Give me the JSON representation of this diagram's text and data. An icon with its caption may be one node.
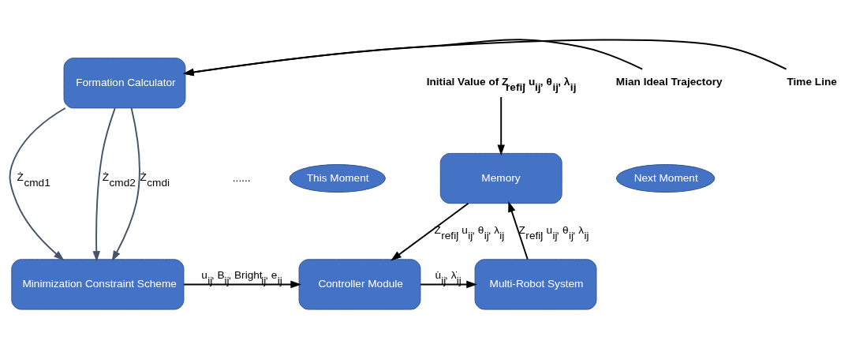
{
  "diagram": {
    "nodes": [
      {
        "text": [
          "Formation Calculator"
        ]
      },
      {
        "text": [
          "Mian Ideal Trajectory"
        ]
      },
      {
        "text": [
          "Time Line"
        ]
      },
      {
        "text": [
          "Initial Value of Z$_{refij}$, u$_{ij}$, θ$_{ij}$, λ$_{ij}$"
        ]
      },
      {
        "text": [
          "This Moment"
        ]
      },
      {
        "text": [
          "Memory"
        ]
      },
      {
        "text": [
          "Next Moment"
        ]
      },
      {
        "text": [
          "Minimization Constraint Scheme"
        ]
      },
      {
        "text": [
          "Controller Module"
        ]
      },
      {
        "text": [
          "Multi-Robot System"
        ]
      }
    ],
    "edges": [
      {
        "from": 1,
        "to": 0,
        "arrow": "to"
      },
      {
        "from": 2,
        "to": 0,
        "arrow": "to"
      },
      {
        "from": 3,
        "to": 5,
        "arrow": "to"
      },
      {
        "from": 0,
        "to": 7,
        "arrow": "to",
        "label": "Ż$_{cmd1}$",
        "color": "#44546a"
      },
      {
        "from": 0,
        "to": 7,
        "arrow": "to",
        "label": "Ż$_{cmd2}$",
        "color": "#44546a"
      },
      {
        "from": 0,
        "to": 7,
        "arrow": "to",
        "label": "Ż$_{cmdi}$",
        "color": "#44546a"
      },
      {
        "from": 5,
        "to": 8,
        "arrow": "to",
        "label": "Z$_{refij}$, u$_{ij}$, θ$_{ij}$, λ$_{ij}$"
      },
      {
        "from": 9,
        "to": 5,
        "arrow": "to",
        "label": "Z$_{refij}$, u$_{ij}$, θ$_{ij}$, λ$_{ij}$"
      },
      {
        "from": 7,
        "to": 8,
        "arrow": "to",
        "label": "u$_{ij}$, B$_{ij}$, Bright$_{ij}$, e$_{ij}$"
      },
      {
        "from": 8,
        "to": 9,
        "arrow": "to",
        "label": "u̇$_{ij}$, λ̇$_{ij}$"
      }
    ],
    "labels": [
      "......"
    ]
  }
}
